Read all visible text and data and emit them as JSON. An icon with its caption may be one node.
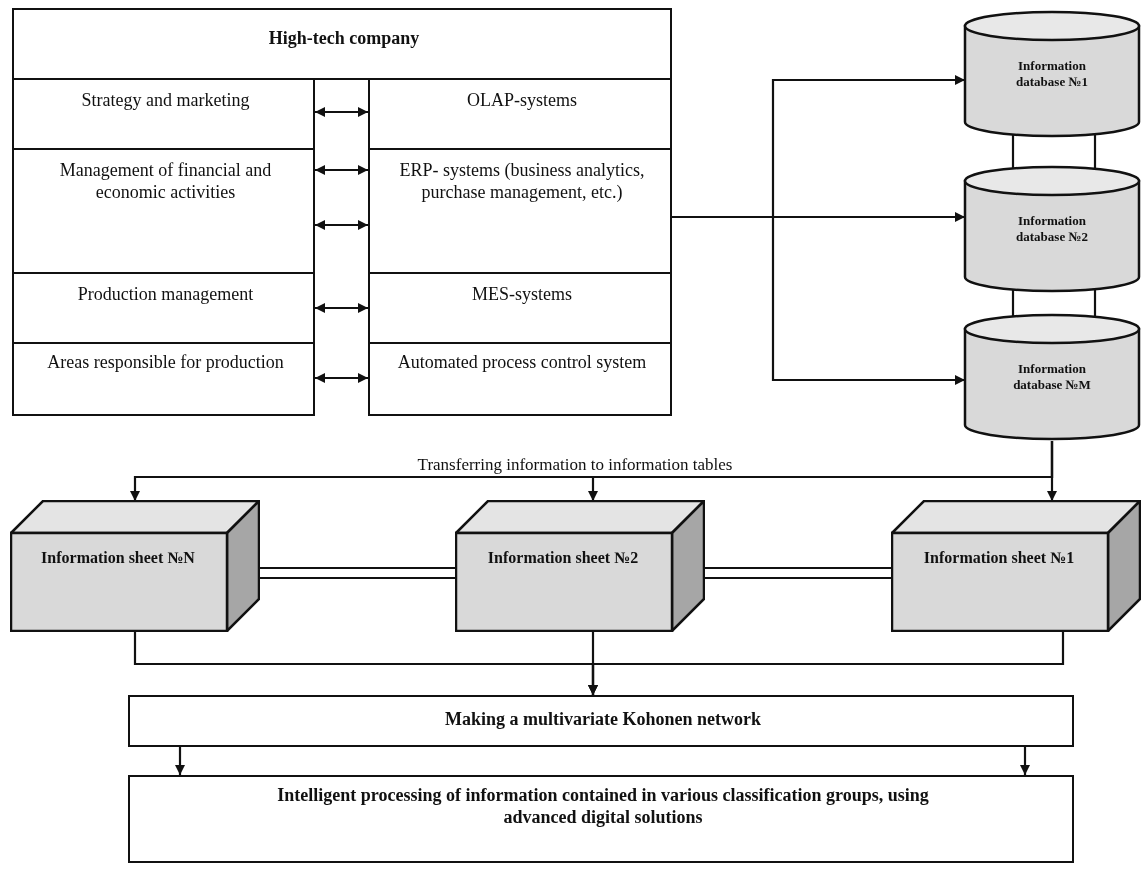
{
  "diagram": {
    "nodes": [
      {
        "text": [
          "High-tech company"
        ]
      },
      {
        "text": [
          "Strategy and marketing"
        ]
      },
      {
        "text": [
          "Management of financial and economic activities"
        ]
      },
      {
        "text": [
          "Production management"
        ]
      },
      {
        "text": [
          "Areas responsible for production"
        ]
      },
      {
        "text": [
          "OLAP-systems"
        ]
      },
      {
        "text": [
          "ERP- systems (business analytics, purchase management, etc.)"
        ]
      },
      {
        "text": [
          "MES-systems"
        ]
      },
      {
        "text": [
          "Automated process control system"
        ]
      },
      {
        "text": [
          "Information database №1"
        ]
      },
      {
        "text": [
          "Information database №2"
        ]
      },
      {
        "text": [
          "Information database №M"
        ]
      },
      {
        "text": [
          "Information sheet №N"
        ]
      },
      {
        "text": [
          "Information sheet №2"
        ]
      },
      {
        "text": [
          "Information sheet №1"
        ]
      },
      {
        "text": [
          "Making a multivariate Kohonen network"
        ]
      },
      {
        "text": [
          "Intelligent processing of information contained in various classification groups, using advanced digital solutions"
        ]
      }
    ],
    "edges": [
      {
        "from": 1,
        "to": 5,
        "arrow": "both"
      },
      {
        "from": 2,
        "to": 6,
        "arrow": "both"
      },
      {
        "from": 2,
        "to": 6,
        "arrow": "both"
      },
      {
        "from": 3,
        "to": 7,
        "arrow": "both"
      },
      {
        "from": 4,
        "to": 8,
        "arrow": "both"
      },
      {
        "from": 6,
        "to": 9,
        "arrow": "to"
      },
      {
        "from": 6,
        "to": 10,
        "arrow": "to"
      },
      {
        "from": 6,
        "to": 11,
        "arrow": "to"
      },
      {
        "from": 9,
        "to": 10,
        "arrow": "none"
      },
      {
        "from": 9,
        "to": 10,
        "arrow": "none"
      },
      {
        "from": 10,
        "to": 11,
        "arrow": "none"
      },
      {
        "from": 10,
        "to": 11,
        "arrow": "none"
      },
      {
        "from": 11,
        "to": 12,
        "arrow": "to"
      },
      {
        "from": 11,
        "to": 13,
        "arrow": "to"
      },
      {
        "from": 11,
        "to": 14,
        "arrow": "to"
      },
      {
        "from": 12,
        "to": 13,
        "arrow": "none"
      },
      {
        "from": 12,
        "to": 13,
        "arrow": "none"
      },
      {
        "from": 13,
        "to": 14,
        "arrow": "none"
      },
      {
        "from": 13,
        "to": 14,
        "arrow": "none"
      },
      {
        "from": 12,
        "to": 15,
        "arrow": "to"
      },
      {
        "from": 13,
        "to": 15,
        "arrow": "to"
      },
      {
        "from": 14,
        "to": 15,
        "arrow": "to"
      },
      {
        "from": 15,
        "to": 16,
        "arrow": "to"
      },
      {
        "from": 15,
        "to": 16,
        "arrow": "to"
      }
    ],
    "labels": [
      "Transferring information to information tables"
    ]
  }
}
